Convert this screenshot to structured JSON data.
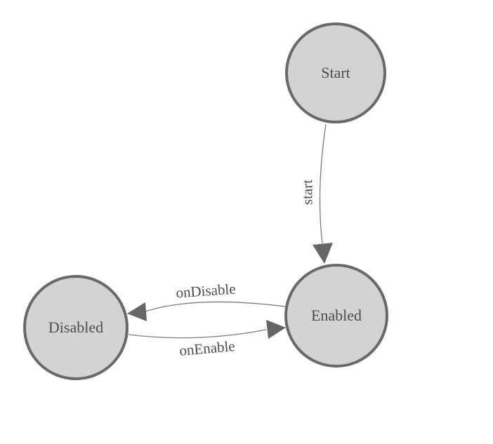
{
  "diagram": {
    "type": "state-diagram",
    "nodes": [
      {
        "id": "start",
        "label": "Start"
      },
      {
        "id": "enabled",
        "label": "Enabled"
      },
      {
        "id": "disabled",
        "label": "Disabled"
      }
    ],
    "edges": [
      {
        "from": "Start",
        "to": "Enabled",
        "label": "start"
      },
      {
        "from": "Enabled",
        "to": "Disabled",
        "label": "onDisable"
      },
      {
        "from": "Disabled",
        "to": "Enabled",
        "label": "onEnable"
      }
    ],
    "colors": {
      "background": "#ffffff",
      "node_fill": "#d3d3d3",
      "node_border": "#696969",
      "edge_stroke": "#7a7a7a",
      "arrow_fill": "#666666",
      "text": "#4d4d4d"
    }
  }
}
